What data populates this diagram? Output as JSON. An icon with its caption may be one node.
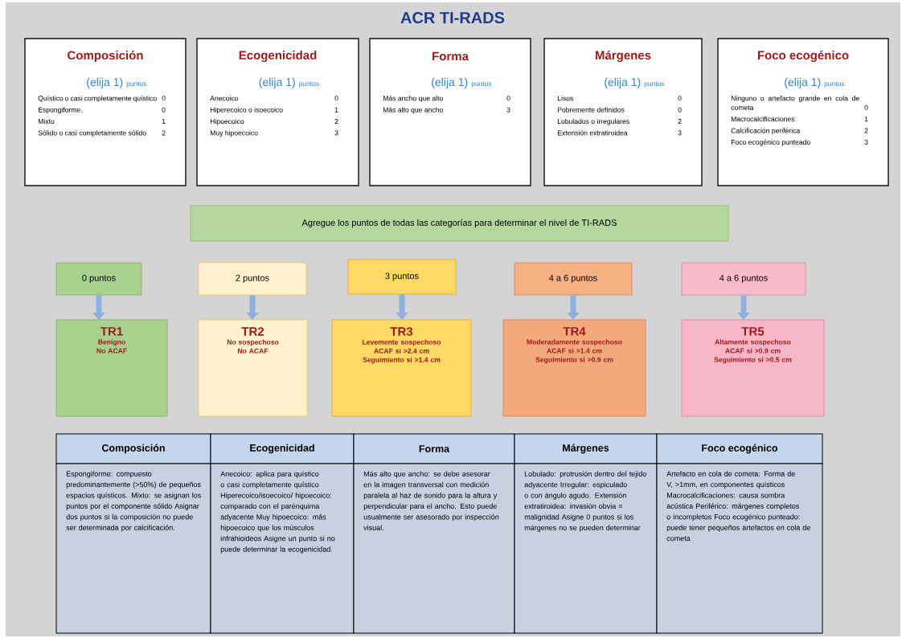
{
  "diagram": {
    "title": "ACR TI-RADS",
    "nodes": [
      {
        "text": [
          "Composición",
          "(elija 1)",
          "puntos",
          "Quístico o casi completamente quístico",
          "0",
          "Espongiforme.",
          "0",
          "Mixto",
          "1",
          "Sólido o casi completamente sólido",
          "2"
        ]
      },
      {
        "text": [
          "Ecogenicidad",
          "(elija 1)",
          "puntos",
          "Anecoico",
          "0",
          "Hiperecoico o isoecoico",
          "1",
          "Hipoecoico",
          "2",
          "Muy hipoecoico",
          "3"
        ]
      },
      {
        "text": [
          "Forma",
          "(elija 1)",
          "puntos",
          "Más ancho que alto",
          "0",
          "Más alto que ancho",
          "3"
        ]
      },
      {
        "text": [
          "Márgenes",
          "(elija 1)",
          "puntos",
          "Lisos",
          "0",
          "Pobremente definidos",
          "0",
          "Lobulados o irregulares",
          "2",
          "Extensión extratiroidea",
          "3"
        ]
      },
      {
        "text": [
          "Foco ecogénico",
          "(elija 1)",
          "puntos",
          "Ninguno o artefacto grande en cola de cometa",
          "0",
          "Macrocalcificaciones",
          "1",
          "Calcificación periférica",
          "2",
          "Foco ecogénico punteado",
          "3"
        ]
      },
      {
        "text": [
          "Agregue los puntos de todas las categorías para determinar el nivel de TI-RADS"
        ]
      },
      {
        "text": [
          "0 puntos"
        ]
      },
      {
        "text": [
          "2 puntos"
        ]
      },
      {
        "text": [
          "3 puntos"
        ]
      },
      {
        "text": [
          "4 a 6 puntos"
        ]
      },
      {
        "text": [
          "4 a 6 puntos"
        ]
      },
      {
        "text": [
          "TR1",
          "Benigno",
          "No ACAF"
        ]
      },
      {
        "text": [
          "TR2",
          "No sospechoso",
          "No ACAF"
        ]
      },
      {
        "text": [
          "TR3",
          "Levemente sospechoso",
          "ACAF si >2.4 cm",
          "Seguimiento si >1.4 cm"
        ]
      },
      {
        "text": [
          "TR4",
          "Moderadamente sospechoso",
          "ACAF si >1.4 cm",
          "Seguimiento si >0.9 cm"
        ]
      },
      {
        "text": [
          "TR5",
          "Altamente sospechoso",
          "ACAF si >0.9 cm",
          "Seguimiento si >0.5 cm"
        ]
      }
    ],
    "edges": [
      {
        "from": 6,
        "to": 11,
        "arrow": "to"
      },
      {
        "from": 7,
        "to": 12,
        "arrow": "to"
      },
      {
        "from": 8,
        "to": 13,
        "arrow": "to"
      },
      {
        "from": 9,
        "to": 14,
        "arrow": "to"
      },
      {
        "from": 10,
        "to": 15,
        "arrow": "to"
      }
    ],
    "labels": [
      "Composición",
      "Ecogenicidad",
      "Forma",
      "Márgenes",
      "Foco ecogénico",
      "Espongiforme: compuesto predominantemente (>50%) de pequeños espacios quísticos. Mixto: se asignan los puntos por el componente sólido Asignar dos puntos si la composición no puede ser determinada por calcificación.",
      "Anecoico: aplica para quístico o casi completamente quístico Hiperecoico/isoecoico/ hipoecoico: comparado con el parénquima adyacente Muy hipoecoico: más hipoecoico que los músculos infrahioideos Asigne un punto si no puede determinar la ecogenicidad.",
      "Más alto que ancho: se debe asesorar en la imagen transversal con medición paralela al haz de sonido para la altura y perpendicular para el ancho. Esto puede usualmente ser asesorado por inspección visual.",
      "Lobulado: protrusión dentro del tejido adyacente Irregular: espiculado o con ángulo agudo. Extensión extratiroidea: invasión obvia = malignidad Asigne 0 puntos si los márgenes no se pueden determinar",
      "Artefacto en cola de cometa: Forma de V, >1mm, en componentes quísticos Macrocalcificaciones: causa sombra acústica Periférico: márgenes completos o incompletos Foco ecogénico punteado: puede tener pequeños artefactos en cola de cometa"
    ]
  }
}
